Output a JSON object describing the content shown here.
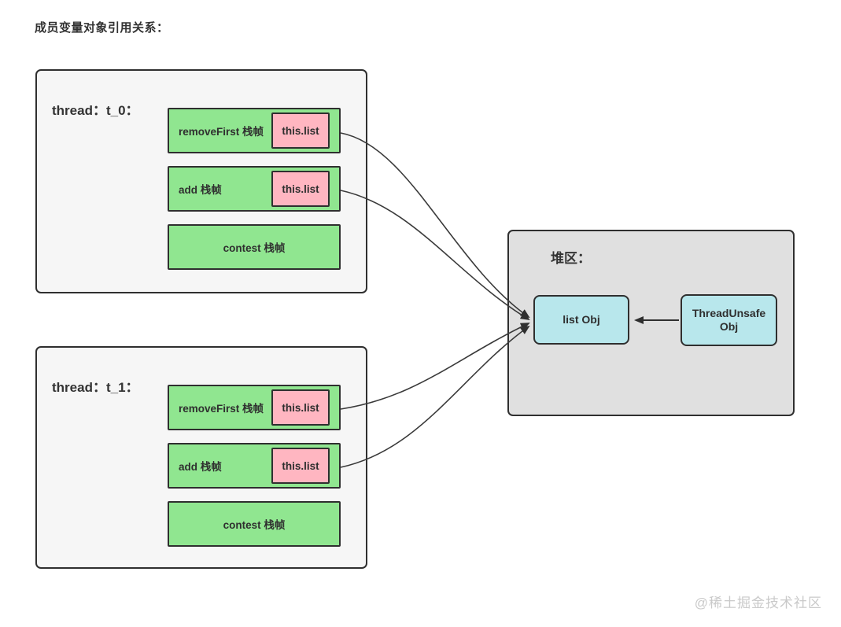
{
  "title": "成员变量对象引用关系：",
  "threads": [
    {
      "label": "thread：t_0：",
      "frames": [
        {
          "label": "removeFirst 栈帧",
          "var": "this.list"
        },
        {
          "label": "add 栈帧",
          "var": "this.list"
        },
        {
          "label": "contest 栈帧"
        }
      ]
    },
    {
      "label": "thread：t_1：",
      "frames": [
        {
          "label": "removeFirst 栈帧",
          "var": "this.list"
        },
        {
          "label": "add 栈帧",
          "var": "this.list"
        },
        {
          "label": "contest 栈帧"
        }
      ]
    }
  ],
  "heap": {
    "label": "堆区：",
    "objects": [
      {
        "label": "list Obj"
      },
      {
        "label": "ThreadUnsafe Obj"
      }
    ]
  },
  "watermark": "@稀土掘金技术社区",
  "colors": {
    "frame_green": "#90E690",
    "var_pink": "#FFB6C1",
    "obj_cyan": "#B8E7EC",
    "thread_bg": "#F6F6F6",
    "heap_bg": "#E0E0E0",
    "border": "#2F2F2F",
    "arrow": "#3A3A3A"
  }
}
